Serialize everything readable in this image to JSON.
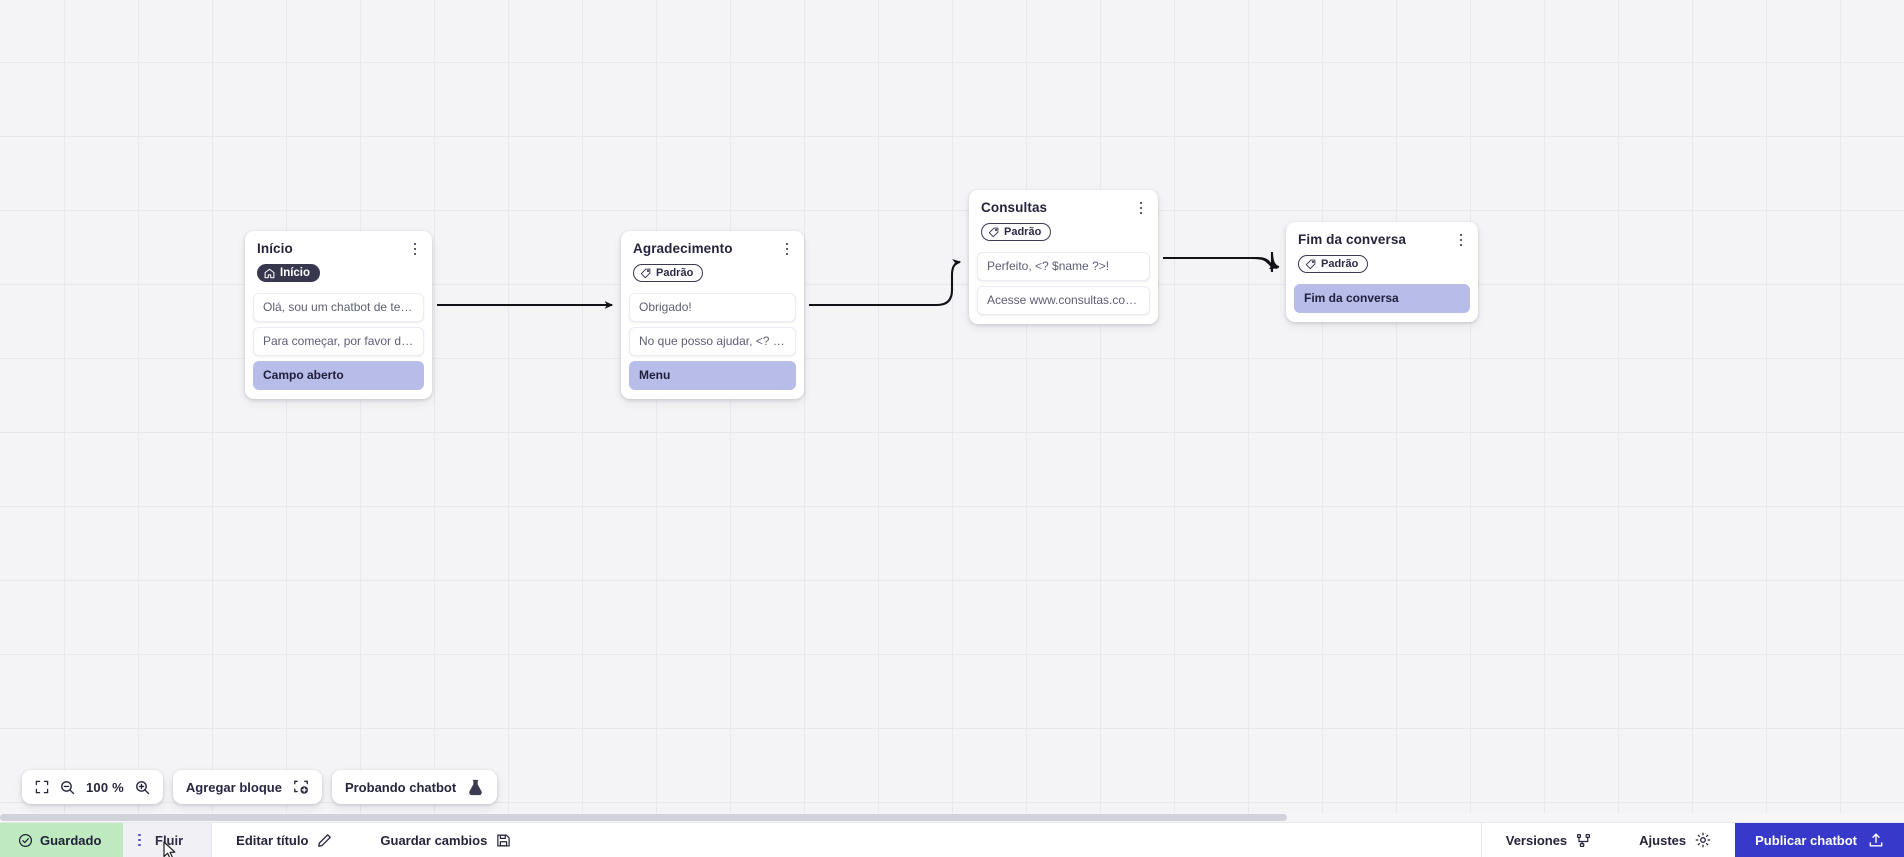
{
  "canvas": {
    "grid": true,
    "background_color": "#f4f4f6",
    "grid_color": "#e9e9ed"
  },
  "nodes": [
    {
      "id": "inicio",
      "title": "Início",
      "badge": {
        "label": "Início",
        "icon": "home-icon",
        "style": "start"
      },
      "rows": [
        {
          "text": "Olá, sou um chatbot de teste!",
          "style": "plain"
        },
        {
          "text": "Para começar, por favor digite o ...",
          "style": "plain"
        },
        {
          "text": "Campo aberto",
          "style": "highlight"
        }
      ]
    },
    {
      "id": "agradecimento",
      "title": "Agradecimento",
      "badge": {
        "label": "Padrão",
        "icon": "tag-icon",
        "style": "default"
      },
      "rows": [
        {
          "text": "Obrigado!",
          "style": "plain"
        },
        {
          "text": "No que posso ajudar, <? $name ...",
          "style": "plain"
        },
        {
          "text": "Menu",
          "style": "highlight"
        }
      ]
    },
    {
      "id": "consultas",
      "title": "Consultas",
      "badge": {
        "label": "Padrão",
        "icon": "tag-icon",
        "style": "default"
      },
      "rows": [
        {
          "text": "Perfeito, <? $name ?>!",
          "style": "plain"
        },
        {
          "text": "Acesse www.consultas.com par...",
          "style": "plain"
        }
      ]
    },
    {
      "id": "fim",
      "title": "Fim da conversa",
      "badge": {
        "label": "Padrão",
        "icon": "tag-icon",
        "style": "default"
      },
      "rows": [
        {
          "text": "Fim da conversa",
          "style": "highlight"
        }
      ]
    }
  ],
  "toolbar": {
    "fit_icon": "fit-screen-icon",
    "zoom_out_icon": "zoom-out-icon",
    "zoom_level": "100 %",
    "zoom_in_icon": "zoom-in-icon",
    "add_block_label": "Agregar bloque",
    "add_block_icon": "add-block-icon",
    "test_chatbot_label": "Probando chatbot",
    "test_chatbot_icon": "flask-icon"
  },
  "statusbar": {
    "saved_label": "Guardado",
    "saved_icon": "check-circle-icon",
    "saved_bg": "#bfe9bf",
    "flow_kebab_icon": "kebab-menu-icon",
    "flow_label": "Fluir",
    "edit_title_label": "Editar título",
    "edit_title_icon": "pencil-icon",
    "save_changes_label": "Guardar cambios",
    "save_changes_icon": "save-disk-icon",
    "versions_label": "Versiones",
    "versions_icon": "branch-icon",
    "settings_label": "Ajustes",
    "settings_icon": "gear-icon",
    "publish_label": "Publicar chatbot",
    "publish_icon": "upload-icon",
    "publish_bg": "#3639c9"
  },
  "scrollbar": {
    "orientation": "horizontal",
    "thumb_color": "#d2d2da"
  }
}
